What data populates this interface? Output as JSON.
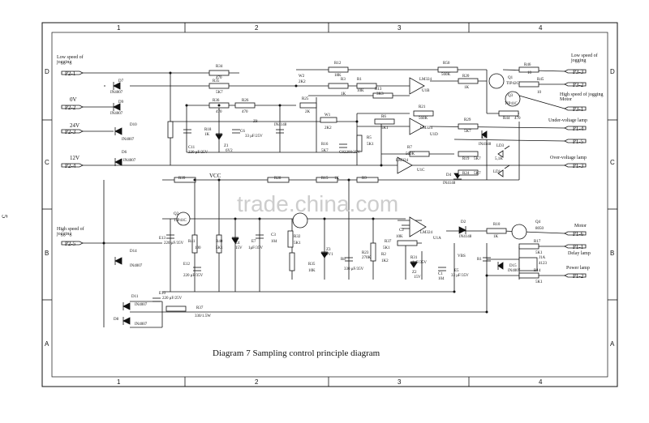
{
  "caption": "Diagram 7  Sampling control principle diagram",
  "watermark": "trade.china.com",
  "side_mark": "5",
  "grid": {
    "columns": [
      "1",
      "2",
      "3",
      "4"
    ],
    "rows": [
      "D",
      "C",
      "B",
      "A"
    ]
  },
  "connectors_left": [
    {
      "note": "Low speed of jogging",
      "pin": "P2-1"
    },
    {
      "note": "0V",
      "pin": "P2-2"
    },
    {
      "note": "24V",
      "pin": "P2-3"
    },
    {
      "note": "12V",
      "pin": "P2-4"
    },
    {
      "note": "High speed of jogging",
      "pin": "P2-5"
    }
  ],
  "connectors_right": [
    {
      "note": "Low speed of jogging",
      "pin": "P3-3"
    },
    {
      "note": "",
      "pin": "P3-2"
    },
    {
      "note": "High speed of jogging Motor",
      "pin": "P3-1"
    },
    {
      "note": "Under-voltage lamp",
      "pin": "P1-4"
    },
    {
      "note": "",
      "pin": "P1-5"
    },
    {
      "note": "Over-voltage lamp",
      "pin": "P1-3"
    },
    {
      "note": "Motor",
      "pin": "P1-6"
    },
    {
      "note": "Delay lamp",
      "pin": "P1-1"
    },
    {
      "note": "Power lamp",
      "pin": "P1-2"
    }
  ],
  "components": {
    "D7": "D7",
    "D7v": "IN4007",
    "D9": "D9",
    "D9v": "IN4007",
    "D10": "D10",
    "D10v": "IN4007",
    "D6": "D6",
    "D6v": "IN4007",
    "D14": "D14",
    "D14v": "IN4007",
    "D11": "D11",
    "D11v": "IN4007",
    "D8": "D8",
    "D8v": "IN4007",
    "R34": "R34",
    "R34v": "470",
    "R35": "R35",
    "R35v": "5K7",
    "R36": "R36",
    "R36v": "470",
    "R26": "R26",
    "R26v": "470",
    "R18": "R18",
    "R18v": "1K",
    "C11": "C11",
    "C11v": "220 μF/25V",
    "C6": "C6",
    "C6v": "33 μF/25V",
    "Z1": "Z1",
    "Z1v": "6V2",
    "Z8": "Z8",
    "Z8v": "IN4148",
    "R25": "R25",
    "R25v": "2K",
    "W2": "W2",
    "W2v": "2K2",
    "R12": "R12",
    "R12v": "18K",
    "R1": "R1",
    "R1v": "10K",
    "R3": "R3",
    "R3v": "1K",
    "R13": "R13",
    "R13v": "3K3",
    "R50": "R50",
    "R50v": "560K",
    "U1B": "U1B",
    "U1D": "U1D",
    "U1C": "U1C",
    "U1A": "U1A",
    "LM324": "LM324",
    "R20": "R20",
    "R20v": "1K",
    "Q1": "Q1",
    "Q1v": "TIP42C",
    "Q3": "Q3",
    "Q3v": "TIP41C",
    "R46": "R46",
    "R46v": "10",
    "R45": "R45",
    "R45v": "10",
    "R44": "R44",
    "R44v": "470",
    "C8": "C8",
    "C8v": "2200/25V",
    "W1": "W1",
    "W1v": "2K2",
    "R16": "R16",
    "R16v": "5K7",
    "R6": "R6",
    "R6v": "5K1",
    "R21": "R21",
    "R21v": "560K",
    "R29": "R29",
    "R29v": "5K7",
    "D5": "D5",
    "D5v": "IN4148",
    "R19": "R19",
    "R19v": "5K7",
    "LD1": "LD1",
    "LD1v": "5,1K",
    "R7": "R7",
    "R7v": "560K",
    "R5": "R5",
    "R5v": "5K1",
    "D4": "D4",
    "D4v": "IN4148",
    "R24": "R24",
    "R24v": "5K7",
    "LD3": "LD3",
    "R39": "R39",
    "VCC": "VCC",
    "R28": "R28",
    "R15": "R15",
    "R15v": "1K",
    "R9": "R9",
    "Q2": "Q2",
    "Q2v": "TIP41C",
    "E13": "E13",
    "E13v": "220 μF/35V",
    "R41": "R41",
    "R41v": "100",
    "R40": "R40",
    "R40v": "5K1",
    "Z4": "Z4",
    "Z4v": "15V",
    "E7": "E7",
    "E7v": "1μF/35V",
    "C3": "C3",
    "C3v": "104",
    "R32": "R32",
    "R32v": "5K1",
    "R35b": "R35",
    "R35bv": "10K",
    "Z3": "Z3",
    "Z3v": "9V1",
    "R8": "R8",
    "R8v": "330 μF/35V",
    "R23": "R23",
    "R23v": "270K",
    "C2": "C2",
    "C2v": "10K",
    "R37": "R37",
    "R37v": "5K1",
    "R2": "R2",
    "R2v": "1K2",
    "R31": "R31",
    "R31v": "1μF/35V",
    "Z2": "Z2",
    "Z2v": "15V",
    "C1": "C1",
    "C1v": "104",
    "E5": "E5",
    "E5v": "33 μF/35V",
    "R1b": "R1",
    "VBS": "VBS",
    "D2": "D2",
    "D2v": "IN4148",
    "R10": "R10",
    "R10v": "1K",
    "Q4": "Q4",
    "Q4v": "8050",
    "R17": "R17",
    "R17v": "5K1",
    "R14": "R14",
    "R14v": "5K1",
    "J1A": "J1A",
    "J1Av": "4123",
    "D15": "D15",
    "D15v": "IN4007",
    "E12": "E12",
    "E12v": "220 μF/35V",
    "E10": "E10",
    "E10v": "220 μF/25V",
    "R37b": "R37",
    "R37bv": "330/1.5W"
  }
}
